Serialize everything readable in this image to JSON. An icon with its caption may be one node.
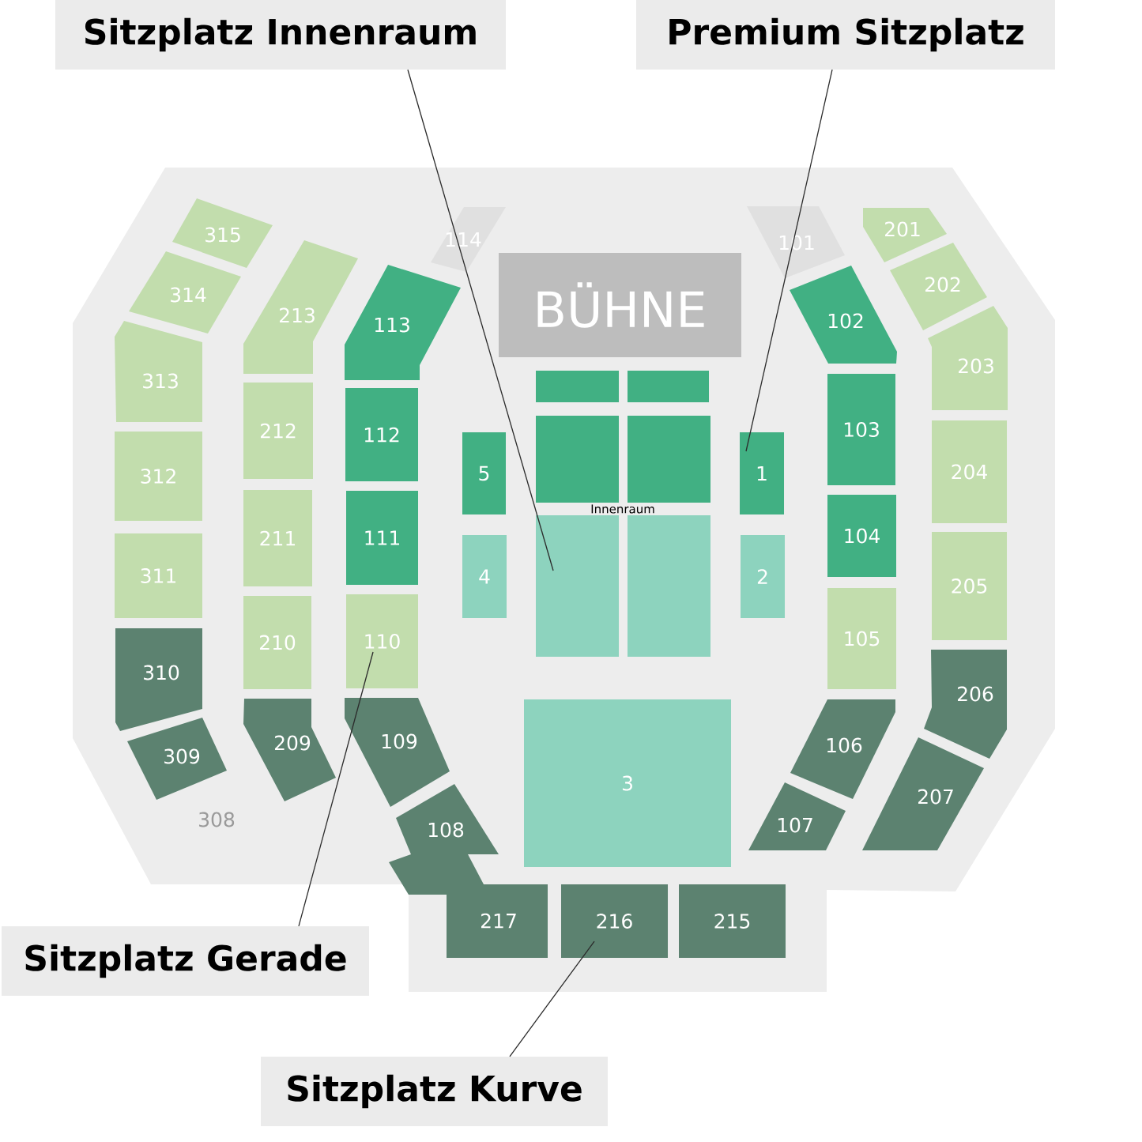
{
  "diagram": {
    "nodes": [
      {
        "text": [
          "Sitzplatz Innenraum"
        ]
      },
      {
        "text": [
          "Premium Sitzplatz"
        ]
      },
      {
        "text": [
          "315"
        ]
      },
      {
        "text": [
          "314"
        ]
      },
      {
        "text": [
          "213"
        ]
      },
      {
        "text": [
          "113"
        ]
      },
      {
        "text": [
          "114"
        ]
      },
      {
        "text": [
          "BÜHNE"
        ]
      },
      {
        "text": [
          "101"
        ]
      },
      {
        "text": [
          "102"
        ]
      },
      {
        "text": [
          "201"
        ]
      },
      {
        "text": [
          "202"
        ]
      },
      {
        "text": [
          "203"
        ]
      },
      {
        "text": [
          "313"
        ]
      },
      {
        "text": [
          "212"
        ]
      },
      {
        "text": [
          "112"
        ]
      },
      {
        "text": [],
        "shape": "box"
      },
      {
        "text": [],
        "shape": "box"
      },
      {
        "text": [],
        "shape": "box"
      },
      {
        "text": [],
        "shape": "box"
      },
      {
        "text": [
          "5"
        ]
      },
      {
        "text": [
          "1"
        ]
      },
      {
        "text": [
          "103"
        ]
      },
      {
        "text": [
          "204"
        ]
      },
      {
        "text": [
          "312"
        ]
      },
      {
        "text": [
          "211"
        ]
      },
      {
        "text": [
          "111"
        ]
      },
      {
        "text": [],
        "shape": "box"
      },
      {
        "text": [],
        "shape": "box"
      },
      {
        "text": [
          "4"
        ]
      },
      {
        "text": [
          "2"
        ]
      },
      {
        "text": [
          "104"
        ]
      },
      {
        "text": [
          "205"
        ]
      },
      {
        "text": [
          "311"
        ]
      },
      {
        "text": [
          "210"
        ]
      },
      {
        "text": [
          "110"
        ]
      },
      {
        "text": [
          "105"
        ]
      },
      {
        "text": [
          "310"
        ]
      },
      {
        "text": [
          "209"
        ]
      },
      {
        "text": [
          "109"
        ]
      },
      {
        "text": [
          "3"
        ]
      },
      {
        "text": [
          "106"
        ]
      },
      {
        "text": [
          "206"
        ]
      },
      {
        "text": [
          "309"
        ]
      },
      {
        "text": [
          "108"
        ]
      },
      {
        "text": [
          "107"
        ]
      },
      {
        "text": [
          "207"
        ]
      },
      {
        "text": [
          "217"
        ]
      },
      {
        "text": [
          "216"
        ]
      },
      {
        "text": [
          "215"
        ]
      },
      {
        "text": [
          "Sitzplatz Gerade"
        ]
      },
      {
        "text": [
          "Sitzplatz Kurve"
        ]
      }
    ],
    "edges": [
      {
        "from": 0,
        "to": 27,
        "arrow": "none"
      },
      {
        "from": 1,
        "to": 21,
        "arrow": "none"
      },
      {
        "from": 50,
        "to": 35,
        "arrow": "none"
      },
      {
        "from": 51,
        "to": 48,
        "arrow": "none"
      }
    ],
    "labels": [
      "Innenraum",
      "308"
    ]
  }
}
